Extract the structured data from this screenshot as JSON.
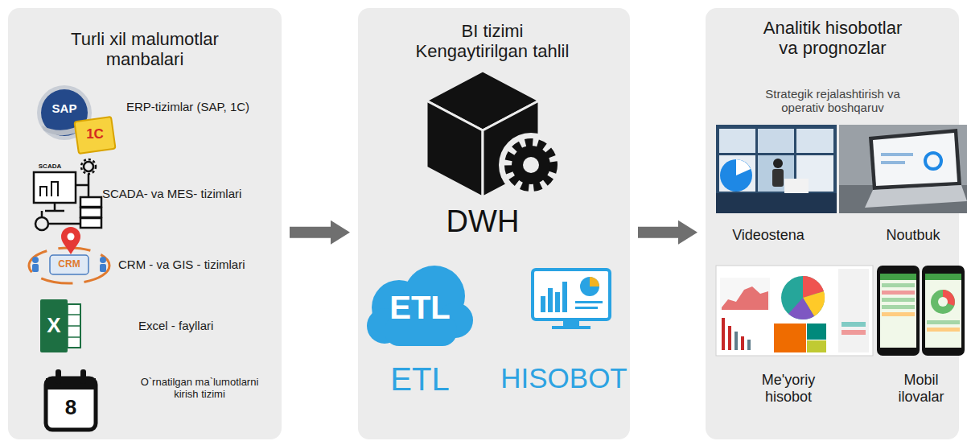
{
  "diagram": {
    "nodes": [
      {
        "text": [
          "Turli xil malumotlar manbalari",
          "ERP-tizimlar (SAP, 1C)",
          "SCADA- va MES- tizimlari",
          "CRM - va GIS - tizimlari",
          "Excel - fayllari",
          "O`rnatilgan ma`lumotlarni kirish tizimi"
        ]
      },
      {
        "text": [
          "BI tizimi Kengaytirilgan tahlil",
          "DWH",
          "ETL",
          "HISOBOT"
        ]
      },
      {
        "text": [
          "Analitik hisobotlar va prognozlar",
          "Strategik rejalashtirish va operativ boshqaruv",
          "Videostena",
          "Noutbuk",
          "Me'yoriy hisobot",
          "Mobil ilovalar"
        ]
      }
    ],
    "edges": [
      {
        "from": 0,
        "to": 1,
        "arrow": "to"
      },
      {
        "from": 1,
        "to": 2,
        "arrow": "to"
      }
    ],
    "labels": [
      "SAP",
      "1C",
      "SCADA",
      "CRM",
      "X",
      "8",
      "ETL"
    ]
  }
}
